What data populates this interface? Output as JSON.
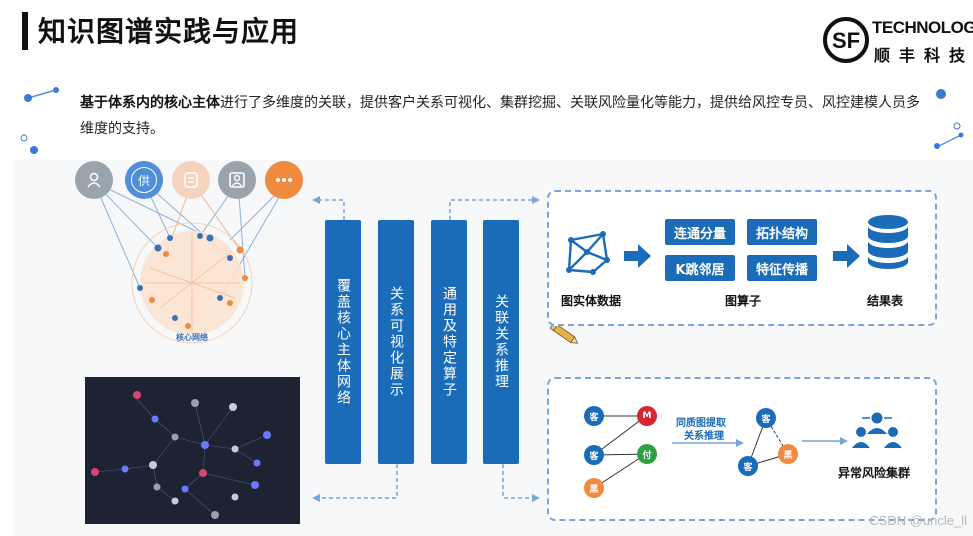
{
  "header": {
    "title": "知识图谱实践与应用",
    "logo_tech": "TECHNOLOGY",
    "logo_cn": "顺丰科技",
    "logo_mark": "SF"
  },
  "intro": {
    "bold": "基于体系内的核心主体",
    "text": "进行了多维度的关联，提供客户关系可视化、集群挖掘、关联风险量化等能力，提供给风控专员、风控建模人员多维度的支持。"
  },
  "left_graph": {
    "caption": "核心网络",
    "icons": [
      "user-icon",
      "supply-icon",
      "document-icon",
      "portrait-icon",
      "more-icon"
    ],
    "supply_label": "供"
  },
  "pillars": [
    {
      "label": "覆盖核心主体网络"
    },
    {
      "label": "关系可视化展示"
    },
    {
      "label": "通用及特定算子"
    },
    {
      "label": "关联关系推理"
    }
  ],
  "pipeline": {
    "input_label": "图实体数据",
    "operators_label": "图算子",
    "output_label": "结果表",
    "operators": [
      "连通分量",
      "拓扑结构",
      "K跳邻居",
      "特征传播"
    ]
  },
  "inference": {
    "left_nodes": [
      "客",
      "客",
      "黑"
    ],
    "right_nodes": [
      "M",
      "付"
    ],
    "arrow_label_1": "同质图提取",
    "arrow_label_2": "关系推理",
    "triangle_nodes": [
      "客",
      "客",
      "黑"
    ],
    "result_label": "异常风险集群"
  },
  "watermark": "CSDN @uncle_ll",
  "colors": {
    "primary_blue": "#1a6cb8",
    "dash_border": "#7aa6d6",
    "orange": "#f08a3c",
    "red": "#d6262f",
    "green": "#2ea043",
    "dark_panel": "#1e2333"
  }
}
